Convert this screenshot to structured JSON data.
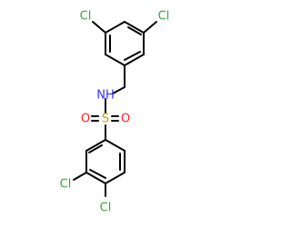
{
  "molecule": {
    "atoms": {
      "cl_top_left": {
        "label": "Cl",
        "element": "Cl",
        "color": "#33aa33"
      },
      "cl_top_right": {
        "label": "Cl",
        "element": "Cl",
        "color": "#33aa33"
      },
      "nitrogen": {
        "label": "NH",
        "element": "N",
        "color": "#3333ff"
      },
      "sulfur": {
        "label": "S",
        "element": "S",
        "color": "#c8a000"
      },
      "oxygen_left": {
        "label": "O",
        "element": "O",
        "color": "#ff2020"
      },
      "oxygen_right": {
        "label": "O",
        "element": "O",
        "color": "#ff2020"
      },
      "cl_bottom_left": {
        "label": "Cl",
        "element": "Cl",
        "color": "#33aa33"
      },
      "cl_bottom_right": {
        "label": "Cl",
        "element": "Cl",
        "color": "#33aa33"
      }
    },
    "bond_color": "#000000"
  }
}
